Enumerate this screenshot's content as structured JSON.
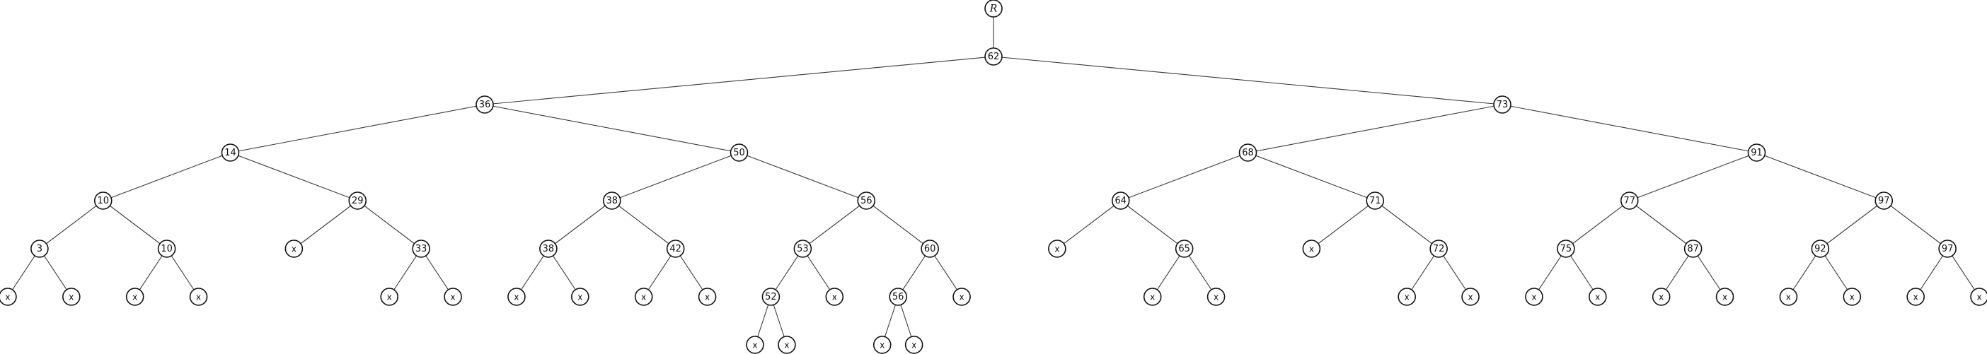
{
  "root_pointer_label": "R",
  "null_marker": "x",
  "tree": {
    "label": "62",
    "children": [
      {
        "label": "36",
        "children": [
          {
            "label": "14",
            "children": [
              {
                "label": "10",
                "children": [
                  {
                    "label": "3",
                    "children": [
                      {
                        "label": "x"
                      },
                      {
                        "label": "x"
                      }
                    ]
                  },
                  {
                    "label": "10",
                    "children": [
                      {
                        "label": "x"
                      },
                      {
                        "label": "x"
                      }
                    ]
                  }
                ]
              },
              {
                "label": "29",
                "children": [
                  {
                    "label": "x"
                  },
                  {
                    "label": "33",
                    "children": [
                      {
                        "label": "x"
                      },
                      {
                        "label": "x"
                      }
                    ]
                  }
                ]
              }
            ]
          },
          {
            "label": "50",
            "children": [
              {
                "label": "38",
                "children": [
                  {
                    "label": "38",
                    "children": [
                      {
                        "label": "x"
                      },
                      {
                        "label": "x"
                      }
                    ]
                  },
                  {
                    "label": "42",
                    "children": [
                      {
                        "label": "x"
                      },
                      {
                        "label": "x"
                      }
                    ]
                  }
                ]
              },
              {
                "label": "56",
                "children": [
                  {
                    "label": "53",
                    "children": [
                      {
                        "label": "52",
                        "children": [
                          {
                            "label": "x"
                          },
                          {
                            "label": "x"
                          }
                        ]
                      },
                      {
                        "label": "x"
                      }
                    ]
                  },
                  {
                    "label": "60",
                    "children": [
                      {
                        "label": "56",
                        "children": [
                          {
                            "label": "x"
                          },
                          {
                            "label": "x"
                          }
                        ]
                      },
                      {
                        "label": "x"
                      }
                    ]
                  }
                ]
              }
            ]
          }
        ]
      },
      {
        "label": "73",
        "children": [
          {
            "label": "68",
            "children": [
              {
                "label": "64",
                "children": [
                  {
                    "label": "x"
                  },
                  {
                    "label": "65",
                    "children": [
                      {
                        "label": "x"
                      },
                      {
                        "label": "x"
                      }
                    ]
                  }
                ]
              },
              {
                "label": "71",
                "children": [
                  {
                    "label": "x"
                  },
                  {
                    "label": "72",
                    "children": [
                      {
                        "label": "x"
                      },
                      {
                        "label": "x"
                      }
                    ]
                  }
                ]
              }
            ]
          },
          {
            "label": "91",
            "children": [
              {
                "label": "77",
                "children": [
                  {
                    "label": "75",
                    "children": [
                      {
                        "label": "x"
                      },
                      {
                        "label": "x"
                      }
                    ]
                  },
                  {
                    "label": "87",
                    "children": [
                      {
                        "label": "x"
                      },
                      {
                        "label": "x"
                      }
                    ]
                  }
                ]
              },
              {
                "label": "97",
                "children": [
                  {
                    "label": "92",
                    "children": [
                      {
                        "label": "x"
                      },
                      {
                        "label": "x"
                      }
                    ]
                  },
                  {
                    "label": "97",
                    "children": [
                      {
                        "label": "x"
                      },
                      {
                        "label": "x"
                      }
                    ]
                  }
                ]
              }
            ]
          }
        ]
      }
    ]
  }
}
